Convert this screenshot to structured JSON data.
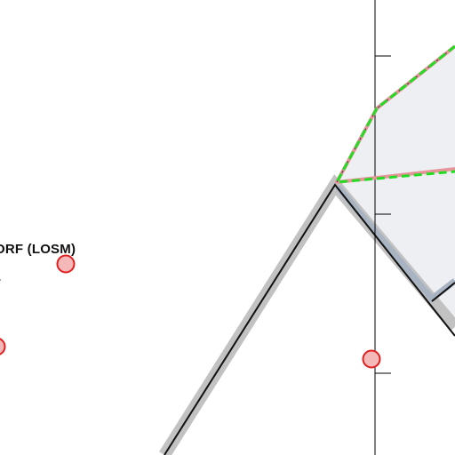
{
  "map": {
    "labels": [
      {
        "id": "losm",
        "text": "ORF (LOSM)"
      }
    ],
    "colors": {
      "background": "#ffffff",
      "zone_fill": "#eeeff3",
      "zone_border": "#e8949b",
      "route_halo": "#c2c2c2",
      "route_line": "#111111",
      "route_halo_blue": "#a9b4c3",
      "dashed_route": "#22dd22",
      "axis_line": "#000000",
      "waypoint_fill": "#f4b8b8",
      "waypoint_stroke": "#e02020"
    },
    "waypoints": [
      {
        "id": "waypoint-losm"
      },
      {
        "id": "waypoint-west"
      },
      {
        "id": "waypoint-axis"
      }
    ]
  }
}
